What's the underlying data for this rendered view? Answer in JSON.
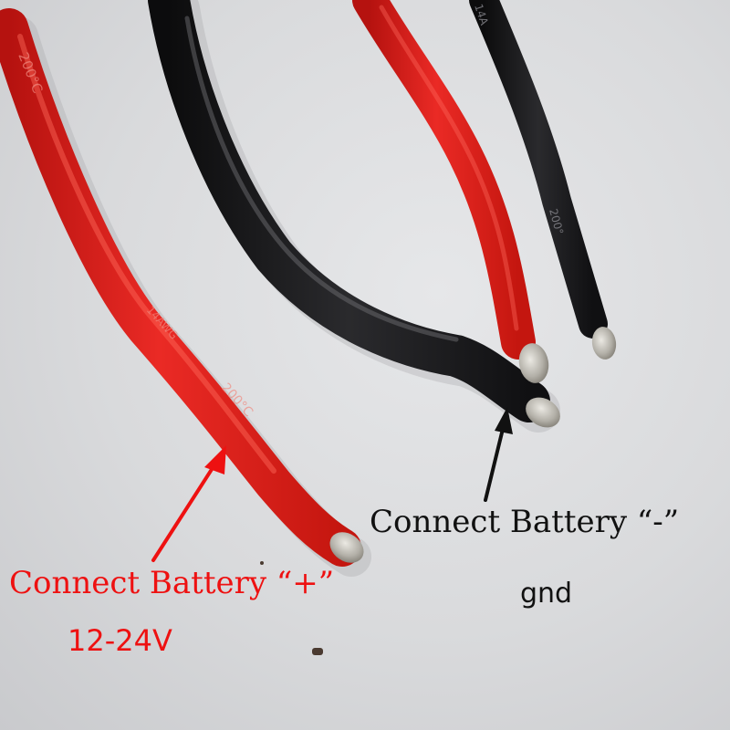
{
  "labels": {
    "positive": "Connect Battery “+”",
    "voltage": "12-24V",
    "negative": "Connect Battery “-”",
    "ground": "gnd"
  },
  "wire_prints": {
    "red_left_top": "200°C",
    "red_left_mid_gauge": "14AWG",
    "red_left_mid_temp": "200°C",
    "black_right_top": "14A",
    "black_right_mid": "200°"
  },
  "colors": {
    "positive_label": "#ee1111",
    "negative_label": "#111111",
    "red_wire": "#e4231f",
    "black_wire": "#1c1c1e",
    "copper_strands": "#b9b8b3",
    "background": "#dcdddf"
  },
  "icons": {
    "positive_pointer": "red-arrow-icon",
    "negative_pointer": "black-arrow-icon"
  }
}
